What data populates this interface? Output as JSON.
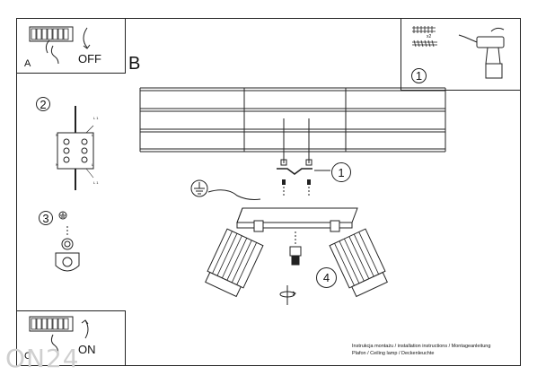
{
  "panels": {
    "a": {
      "letter": "A",
      "state": "OFF"
    },
    "b": {
      "letter": "B"
    },
    "c": {
      "letter": "C",
      "state": "ON"
    }
  },
  "steps": {
    "tools": {
      "number": "1",
      "quantity": "x2"
    },
    "wiring": {
      "number": "2",
      "terminals": [
        "N",
        "L",
        "N",
        "L",
        "L 1",
        "L 1"
      ]
    },
    "ground": {
      "number": "3"
    },
    "mount": {
      "number": "1"
    },
    "bulb": {
      "number": "4"
    }
  },
  "footer": {
    "line1": "Instrukcja montażu / installation instructions / Montageanleitung",
    "line2": "Plafon / Ceiling lamp / Deckenleuchte"
  },
  "watermark": "ON24"
}
